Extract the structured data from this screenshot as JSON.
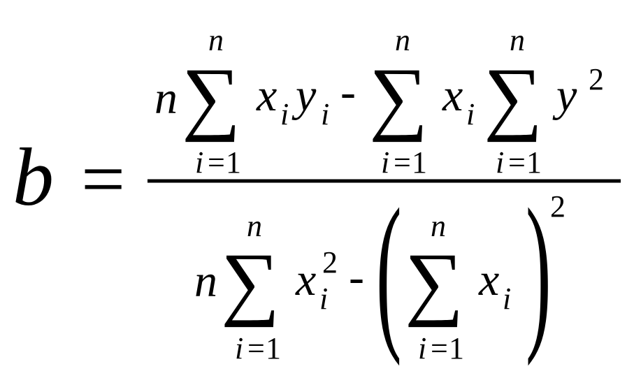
{
  "formula": {
    "lhs": "b",
    "equals": "=",
    "sigma": "∑",
    "minus": "-",
    "n": "n",
    "i": "i",
    "eq": "=",
    "one": "1",
    "x": "x",
    "y": "y",
    "two": "2",
    "lparen": "(",
    "rparen": ")"
  }
}
